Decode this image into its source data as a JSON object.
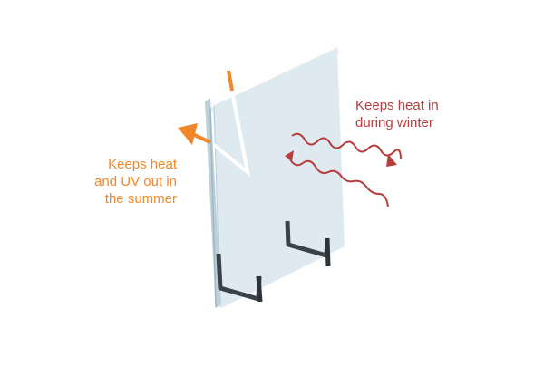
{
  "colors": {
    "summer": "#f0872a",
    "winter": "#b73d3d",
    "glass": "#dbe9ef",
    "glass_edge": "#c2d3db",
    "frame": "#3c444a"
  },
  "summer_label": {
    "lines": [
      "Keeps heat",
      "and UV out in",
      "the summer"
    ]
  },
  "winter_label": {
    "lines": [
      "Keeps heat in",
      "during winter"
    ]
  },
  "icons": {
    "summer_arrow": "reflected-arrow-icon",
    "winter_waves": "heat-wave-icon"
  }
}
